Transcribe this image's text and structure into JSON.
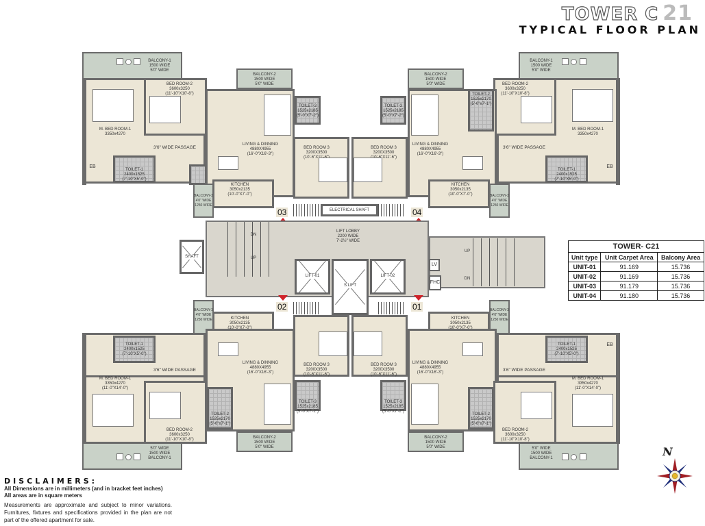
{
  "header": {
    "tower": "TOWER C",
    "tower_number": "21",
    "subtitle": "TYPICAL FLOOR PLAN"
  },
  "area_table": {
    "title": "TOWER- C21",
    "columns": [
      "Unit type",
      "Unit Carpet Area",
      "Balcony Area"
    ],
    "rows": [
      {
        "unit": "UNIT-01",
        "carpet": "91.169",
        "balcony": "15.736"
      },
      {
        "unit": "UNIT-02",
        "carpet": "91.169",
        "balcony": "15.736"
      },
      {
        "unit": "UNIT-03",
        "carpet": "91.179",
        "balcony": "15.736"
      },
      {
        "unit": "UNIT-04",
        "carpet": "91.180",
        "balcony": "15.736"
      }
    ]
  },
  "units": {
    "u01": "01",
    "u02": "02",
    "u03": "03",
    "u04": "04"
  },
  "rooms": {
    "balcony1": {
      "name": "BALCONY-1",
      "l1": "1500 WIDE",
      "l2": "5'0\" WIDE"
    },
    "balcony2": {
      "name": "BALCONY-2",
      "l1": "1500 WIDE",
      "l2": "5'0\" WIDE"
    },
    "balcony3": {
      "name": "BALCONY-3",
      "l1": "4'0\" WIDE",
      "l2": "1250 WIDE"
    },
    "bed2": {
      "name": "BED ROOM-2",
      "l1": "3600x3250",
      "l2": "(11'-10\"X10'-8\")"
    },
    "mbed1": {
      "name": "M. BED ROOM-1",
      "l1": "3350x4270",
      "l2": "(11'-0\"X14'-0\")"
    },
    "bed3": {
      "name": "BED ROOM 3",
      "l1": "3200X3500",
      "l2": "(10'-6\"X11'-6\")"
    },
    "living": {
      "name": "LIVING & DINNING",
      "l1": "4880X4955",
      "l2": "(16'-0\"X16'-3\")"
    },
    "kitchen": {
      "name": "KITCHEN",
      "l1": "3050x2135",
      "l2": "(10'-0\"X7'-0\")"
    },
    "toilet1": {
      "name": "TOILET-1",
      "l1": "2400x1525",
      "l2": "(7'-10\"X5'-0\")"
    },
    "toilet2": {
      "name": "TOILET-2",
      "l1": "1525x2170",
      "l2": "(5'-0\"x7'-1\")"
    },
    "toilet3": {
      "name": "TOILET-3",
      "l1": "1525x2185",
      "l2": "(5'-0\"X7'-2\")"
    },
    "passage": "3'6\" WIDE PASSAGE",
    "lobby": {
      "name": "LIFT LOBBY",
      "l1": "2200 WIDE",
      "l2": "7'-2½\" WIDE"
    },
    "lift1": "LIFT-01",
    "lift2": "LIFT-02",
    "slift": "S.LIFT",
    "shaft": "SHAFT",
    "electrical": "ELECTRICAL SHAFT",
    "lv": "LV",
    "fhc": "FHC",
    "dn": "DN",
    "up": "UP",
    "eb": "EB"
  },
  "disclaimer": {
    "title": "DISCLAIMERS:",
    "line1": "All Dimensions are in millimeters (and in bracket feet inches)",
    "line2": "All areas are in square meters",
    "note": "Measurements are approximate and subject to minor variations. Furnitures, fixtures and specifications provided in the plan are not part of the offered apartment for sale."
  },
  "compass": {
    "label": "N"
  },
  "colors": {
    "floor": "#ece6d6",
    "balcony": "#c9d2c8",
    "wall": "#6b6b6b",
    "lobby": "#d9d6cd",
    "marker": "#d0232a"
  }
}
